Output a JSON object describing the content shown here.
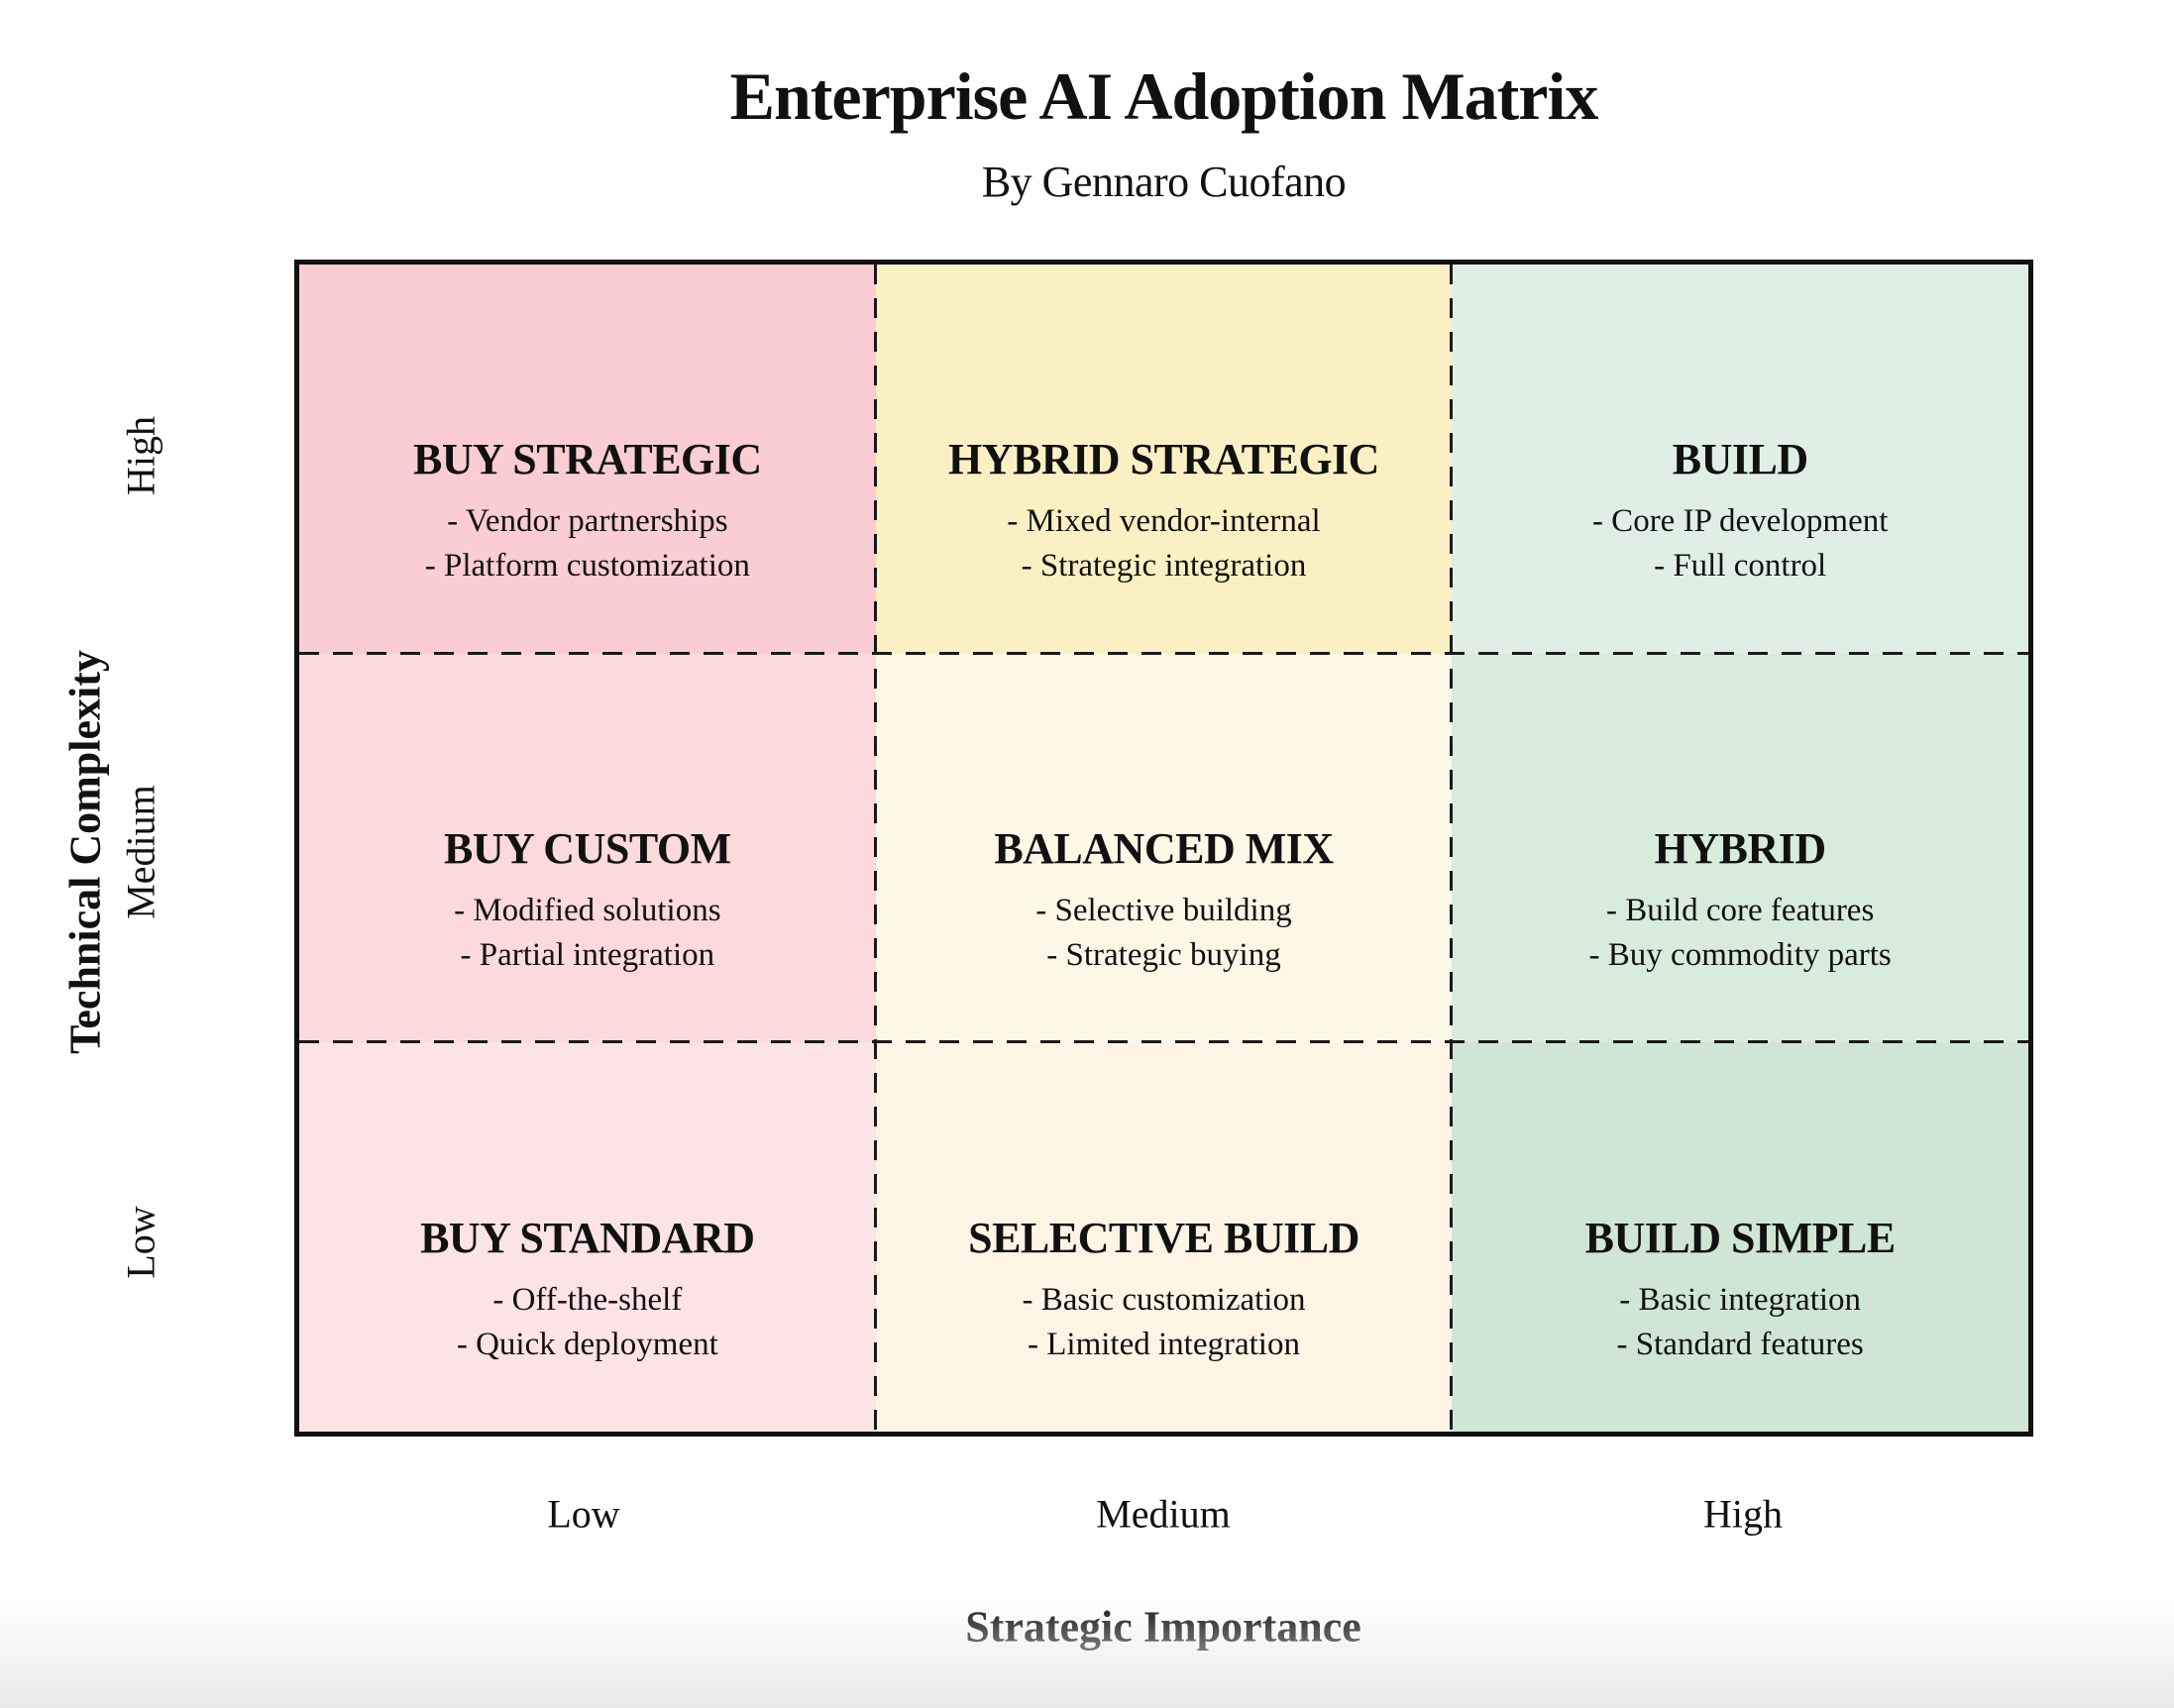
{
  "title": "Enterprise AI Adoption Matrix",
  "subtitle": "By Gennaro Cuofano",
  "axes": {
    "x": {
      "label": "Strategic Importance",
      "ticks": [
        "Low",
        "Medium",
        "High"
      ]
    },
    "y": {
      "label": "Technical Complexity",
      "ticks": [
        "High",
        "Medium",
        "Low"
      ]
    }
  },
  "cells": [
    {
      "id": "buy-strategic",
      "title": "BUY STRATEGIC",
      "bullets": [
        "- Vendor partnerships",
        "- Platform customization"
      ],
      "bg": "#f9cdd3"
    },
    {
      "id": "hybrid-strategic",
      "title": "HYBRID STRATEGIC",
      "bullets": [
        "- Mixed vendor-internal",
        "- Strategic integration"
      ],
      "bg": "#fbf0c3"
    },
    {
      "id": "build",
      "title": "BUILD",
      "bullets": [
        "- Core IP development",
        "- Full control"
      ],
      "bg": "#e0efe5"
    },
    {
      "id": "buy-custom",
      "title": "BUY CUSTOM",
      "bullets": [
        "- Modified solutions",
        "- Partial integration"
      ],
      "bg": "#fbd9dd"
    },
    {
      "id": "balanced-mix",
      "title": "BALANCED MIX",
      "bullets": [
        "- Selective building",
        "- Strategic buying"
      ],
      "bg": "#fdf8e6"
    },
    {
      "id": "hybrid",
      "title": "HYBRID",
      "bullets": [
        "- Build core features",
        "- Buy commodity parts"
      ],
      "bg": "#d8ecde"
    },
    {
      "id": "buy-standard",
      "title": "BUY STANDARD",
      "bullets": [
        "- Off-the-shelf",
        "- Quick deployment"
      ],
      "bg": "#fce3e6"
    },
    {
      "id": "selective-build",
      "title": "SELECTIVE BUILD",
      "bullets": [
        "- Basic customization",
        "- Limited integration"
      ],
      "bg": "#fdf4e4"
    },
    {
      "id": "build-simple",
      "title": "BUILD SIMPLE",
      "bullets": [
        "- Basic integration",
        "- Standard features"
      ],
      "bg": "#cfe6d6"
    }
  ],
  "line_color": "#1a1a1a"
}
